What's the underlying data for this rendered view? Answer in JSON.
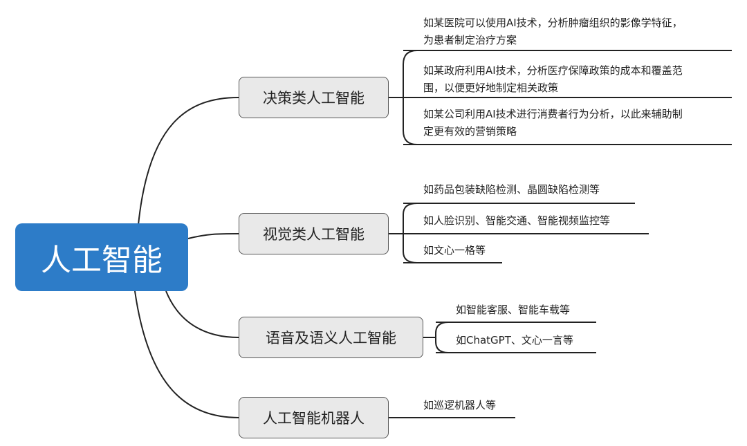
{
  "root": {
    "label": "人工智能",
    "color": "#2d7cc8"
  },
  "branches": [
    {
      "label": "决策类人工智能",
      "items": [
        {
          "lines": [
            "如某医院可以使用AI技术，分析肿瘤组织的影像学特征，",
            "为患者制定治疗方案"
          ]
        },
        {
          "lines": [
            "如某政府利用AI技术，分析医疗保障政策的成本和覆盖范",
            "围，以便更好地制定相关政策"
          ]
        },
        {
          "lines": [
            "如某公司利用AI技术进行消费者行为分析，以此来辅助制",
            "定更有效的营销策略"
          ]
        }
      ]
    },
    {
      "label": "视觉类人工智能",
      "items": [
        {
          "lines": [
            "如药品包装缺陷检测、晶圆缺陷检测等"
          ]
        },
        {
          "lines": [
            "如人脸识别、智能交通、智能视频监控等"
          ]
        },
        {
          "lines": [
            "如文心一格等"
          ]
        }
      ]
    },
    {
      "label": "语音及语义人工智能",
      "items": [
        {
          "lines": [
            "如智能客服、智能车载等"
          ]
        },
        {
          "lines": [
            "如ChatGPT、文心一言等"
          ]
        }
      ]
    },
    {
      "label": "人工智能机器人",
      "items": [
        {
          "lines": [
            "如巡逻机器人等"
          ]
        }
      ]
    }
  ]
}
